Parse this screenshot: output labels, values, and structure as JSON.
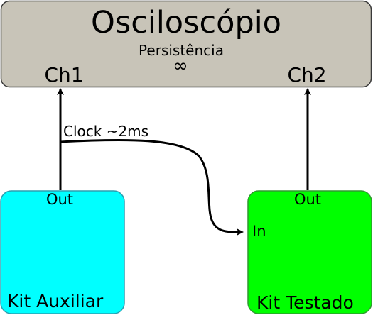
{
  "oscilloscope": {
    "title": "Osciloscópio",
    "mode_label": "Persistência",
    "mode_value": "∞",
    "channel_1": "Ch1",
    "channel_2": "Ch2",
    "fill_color": "#c8c4b8"
  },
  "aux_kit": {
    "label": "Kit Auxiliar",
    "output_label": "Out",
    "fill_color": "#00ffff"
  },
  "tested_kit": {
    "label": "Kit Testado",
    "output_label": "Out",
    "input_label": "In",
    "fill_color": "#00ff00"
  },
  "clock_signal": {
    "label": "Clock ~2ms"
  }
}
